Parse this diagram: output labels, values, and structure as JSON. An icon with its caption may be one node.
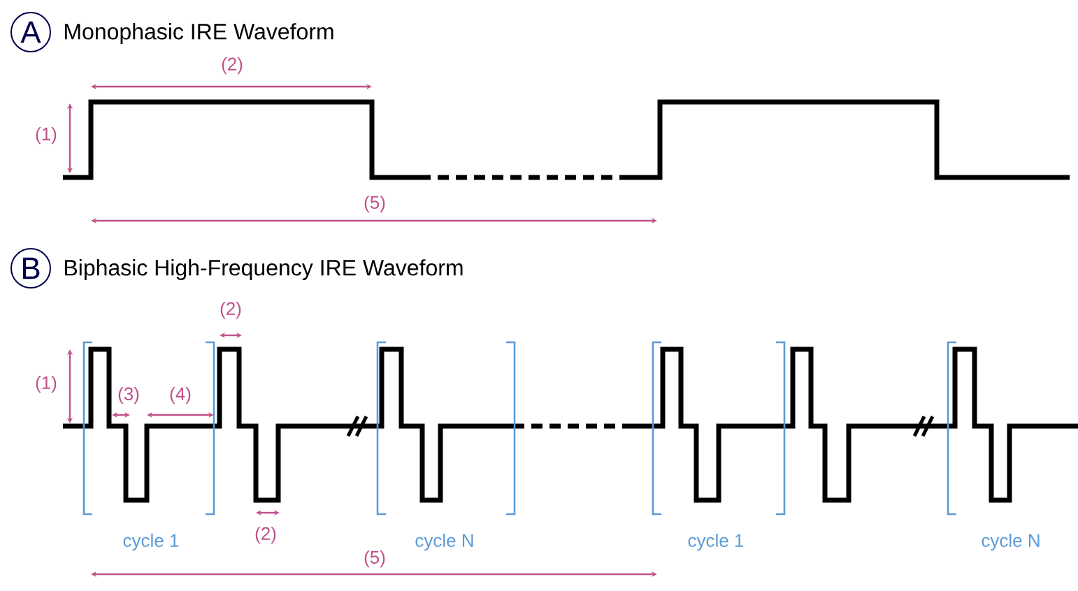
{
  "diagram": {
    "labels": [
      "A",
      "Monophasic IRE Waveform",
      "(2)",
      "(1)",
      "(5)",
      "B",
      "Biphasic High-Frequency IRE Waveform",
      "(2)",
      "(1)",
      "(3)",
      "(4)",
      "cycle 1",
      "(2)",
      "cycle N",
      "cycle 1",
      "cycle N",
      "(5)"
    ]
  }
}
